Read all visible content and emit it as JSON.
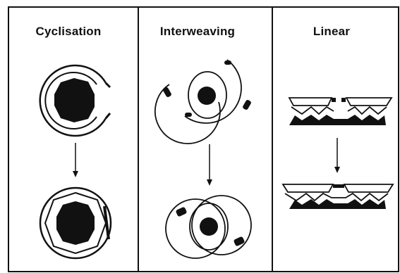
{
  "panels": [
    {
      "title": "Cyclisation"
    },
    {
      "title": "Interweaving"
    },
    {
      "title": "Linear"
    }
  ],
  "colors": {
    "ink": "#111111",
    "paper": "#ffffff"
  }
}
